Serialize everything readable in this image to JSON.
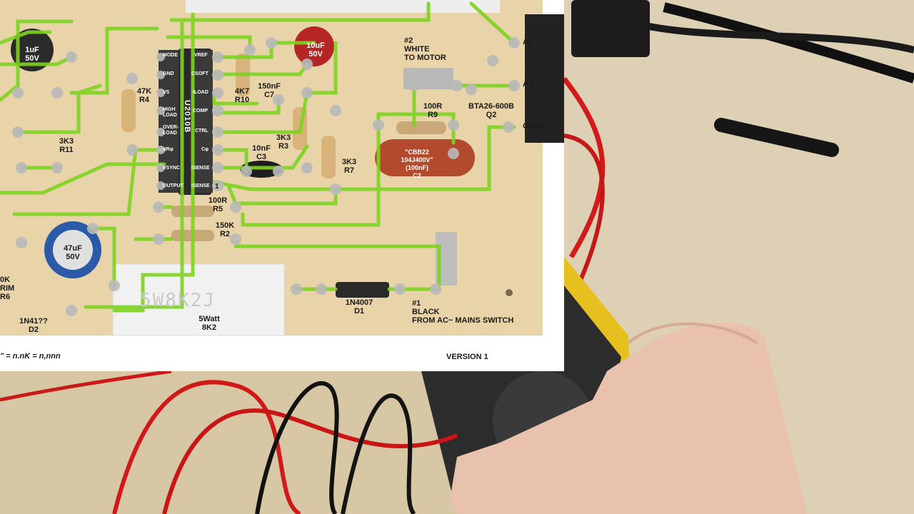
{
  "diagram": {
    "ic": {
      "part": "U2010B",
      "left_pins": [
        "MODE",
        "GND",
        "VS",
        "HIGH\nLOAD",
        "OVER-\nLOAD",
        "VRφ",
        "VSYNC",
        "OUTPUT"
      ],
      "right_pins": [
        "VREF",
        "CSOFT",
        "ILOAD",
        "COMP",
        "CTRL",
        "Cφ",
        "ISENSE",
        "ISENSE"
      ]
    },
    "components": {
      "c_1uf": "1uF\n50V",
      "c_10uf": "10uF\n50V",
      "c_47uf": "47uF\n50V",
      "r4": "47K\nR4",
      "r10": "4K7\nR10",
      "c7": "150nF\nC7",
      "r11": "3K3\nR11",
      "r9": "100R\nR9",
      "r3": "3K3\nR3",
      "c3": "10nF\nC3",
      "r7": "3K3\nR7",
      "c2": "\"CBB22\n104J400V\"\n(100nF)\nC2",
      "r5": "100R\nR5",
      "r2": "150K\nR2",
      "r6": "0K\nRIM\nR6",
      "d2": "1N41??\nD2",
      "d1": "1N4007\nD1",
      "r8": "5Watt\n8K2",
      "r8_print": "5W8K2J",
      "q2": "BTA26-600B\nQ2",
      "pad_1": "1"
    },
    "terminals": {
      "a1": "A1",
      "a2": "A2",
      "gate": "GATE",
      "wire2": "#2\nWHITE\nTO MOTOR",
      "wire1": "#1\nBLACK\nFROM AC~ MAINS SWITCH"
    },
    "footer": {
      "notation": "\" = n.nK = n,nnn",
      "version": "VERSION 1"
    }
  },
  "colors": {
    "trace": "#7ed321",
    "board": "#e9d3a8",
    "ic": "#2a2a2a",
    "pad": "#b9b9b9"
  }
}
